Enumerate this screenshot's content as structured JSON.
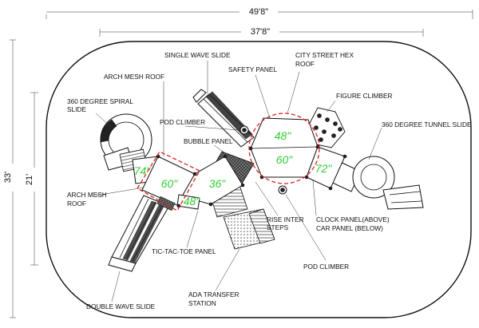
{
  "dimensions": {
    "overall_width": "49'8\"",
    "play_width": "37'8\"",
    "overall_depth": "33'",
    "play_depth": "21'"
  },
  "decks": {
    "deck_small_left": "74\"",
    "deck_left": "60\"",
    "deck_middle": "36\"",
    "deck_step": "48\"",
    "deck_hex_top": "48\"",
    "deck_hex_bottom": "60\"",
    "deck_right": "72\""
  },
  "labels": {
    "single_wave_slide": "SINGLE WAVE SLIDE",
    "city_street_hex_roof_1": "CITY STREET HEX",
    "city_street_hex_roof_2": "ROOF",
    "safety_panel": "SAFETY PANEL",
    "arch_mesh_roof_top": "ARCH MESH ROOF",
    "figure_climber": "FIGURE CLIMBER",
    "spiral_slide_1": "360 DEGREE SPIRAL",
    "spiral_slide_2": "SLIDE",
    "pod_climber_top": "POD CLIMBER",
    "tunnel_slide": "360 DEGREE TUNNEL SLIDE",
    "bubble_panel": "BUBBLE PANEL",
    "arch_mesh_roof_left_1": "ARCH MESH",
    "arch_mesh_roof_left_2": "ROOF",
    "rise_inter_steps_1": "RISE INTER",
    "rise_inter_steps_2": "STEPS",
    "clock_panel_1": "CLOCK PANEL(ABOVE)",
    "clock_panel_2": "CAR PANEL (BELOW)",
    "tic_tac_toe_panel": "TIC-TAC-TOE PANEL",
    "pod_climber_bottom": "POD CLIMBER",
    "ada_transfer_1": "ADA TRANSFER",
    "ada_transfer_2": "STATION",
    "double_wave_slide": "DOUBLE WAVE SLIDE"
  },
  "colors": {
    "deck_label": "#33cc33",
    "highlight": "#e02020",
    "line": "#111111"
  }
}
